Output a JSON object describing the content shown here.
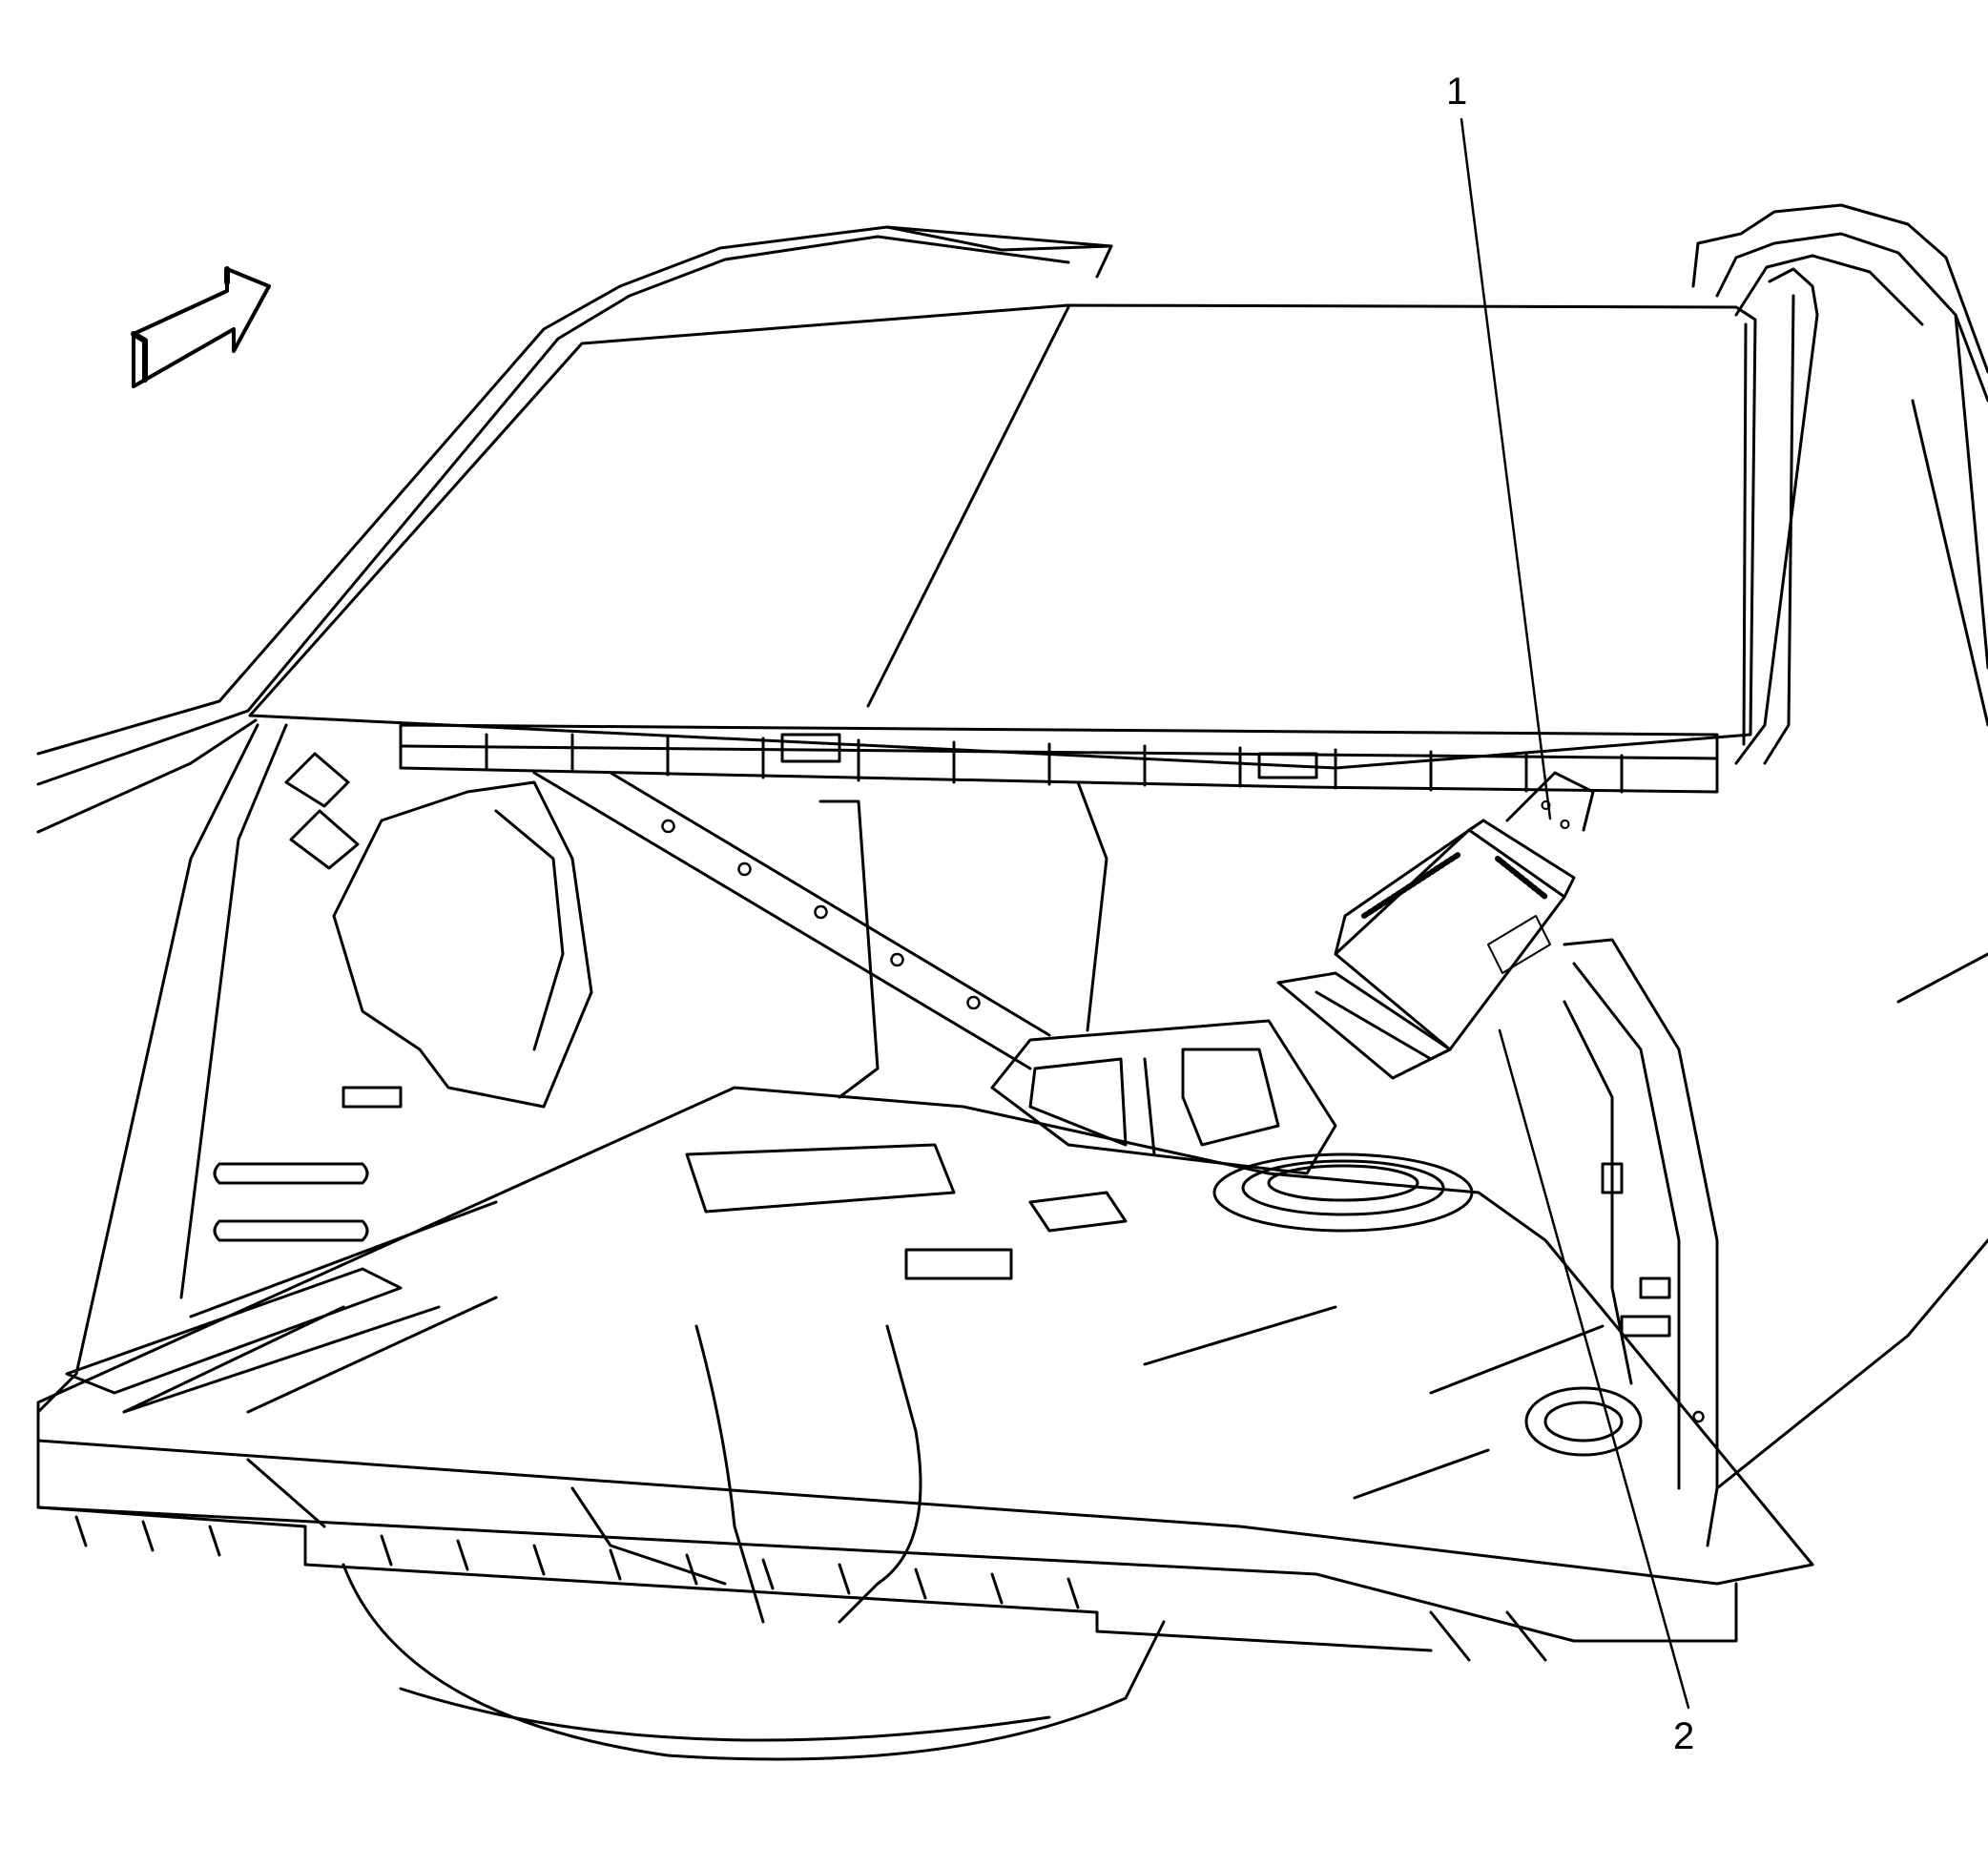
{
  "diagram": {
    "callouts": [
      {
        "id": "1",
        "text": "1"
      },
      {
        "id": "2",
        "text": "2"
      }
    ],
    "colors": {
      "line": "#000000",
      "background": "#ffffff"
    },
    "icons": {
      "direction_arrow": "forward-direction-arrow-icon"
    }
  }
}
